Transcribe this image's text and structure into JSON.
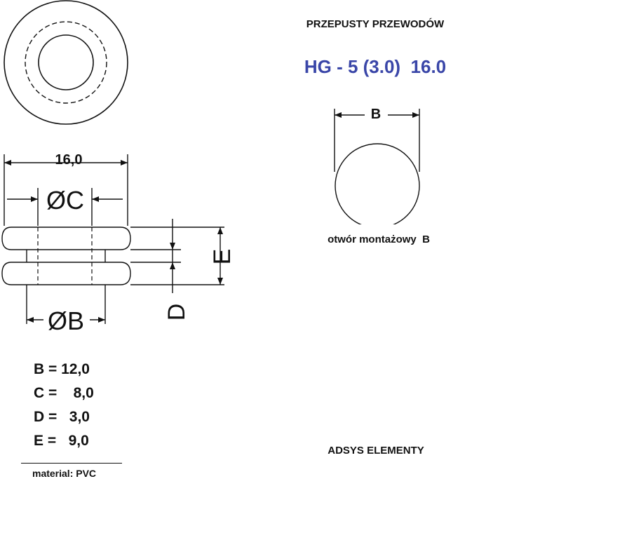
{
  "header": {
    "title": "PRZEPUSTY PRZEWODÓW",
    "model": "HG - 5 (3.0)  16.0"
  },
  "drawing": {
    "overall_diameter_label": "16,0",
    "c_label": "ØC",
    "b_label": "ØB",
    "d_label": "D",
    "e_label": "E"
  },
  "hole": {
    "b_label": "B",
    "caption": "otwór montażowy  B"
  },
  "dimensions": [
    {
      "text": "B = 12,0"
    },
    {
      "text": "C =    8,0"
    },
    {
      "text": "D =   3,0"
    },
    {
      "text": "E =   9,0"
    }
  ],
  "material": "material: PVC",
  "brand": "ADSYS ELEMENTY",
  "colors": {
    "model_text": "#3a46a8",
    "line": "#111111"
  }
}
